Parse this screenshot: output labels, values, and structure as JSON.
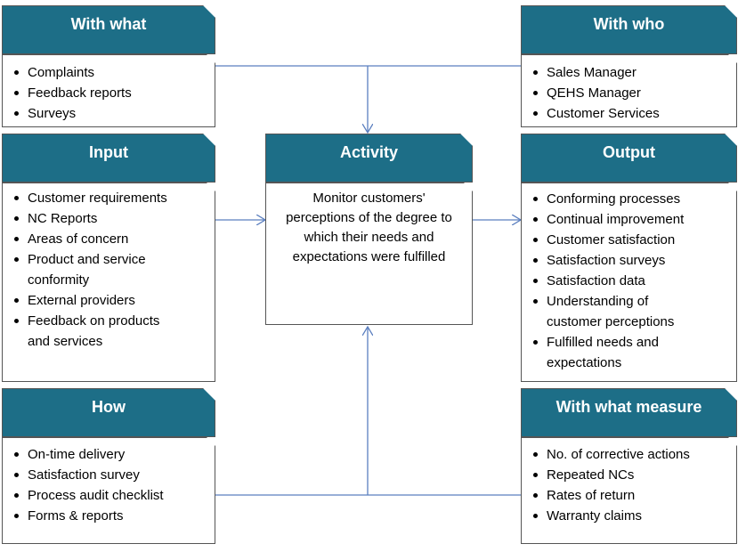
{
  "with_what": {
    "title": "With what",
    "items": [
      "Complaints",
      "Feedback reports",
      "Surveys"
    ]
  },
  "with_who": {
    "title": "With who",
    "items": [
      "Sales Manager",
      "QEHS Manager",
      "Customer Services"
    ]
  },
  "input": {
    "title": "Input",
    "items": [
      "Customer requirements",
      "NC Reports",
      "Areas of concern",
      "Product and service\nconformity",
      "External providers",
      "Feedback on products\nand services"
    ]
  },
  "activity": {
    "title": "Activity",
    "text": "Monitor customers' perceptions of the degree to which their needs and expectations were fulfilled"
  },
  "output": {
    "title": "Output",
    "items": [
      "Conforming processes",
      "Continual improvement",
      "Customer satisfaction",
      "Satisfaction surveys",
      "Satisfaction data",
      "Understanding of\ncustomer perceptions",
      "Fulfilled needs and\nexpectations"
    ]
  },
  "how": {
    "title": "How",
    "items": [
      "On-time delivery",
      "Satisfaction survey",
      "Process audit checklist",
      "Forms & reports"
    ]
  },
  "with_what_measure": {
    "title": "With what measure",
    "items": [
      "No. of corrective actions",
      "Repeated NCs",
      "Rates of return",
      "Warranty claims"
    ]
  },
  "colors": {
    "header": "#1d6e87",
    "connector": "#5b7fbf"
  }
}
